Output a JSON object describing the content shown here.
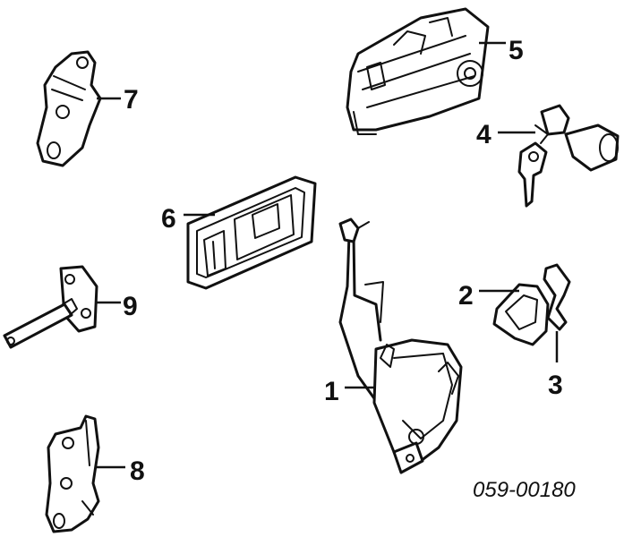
{
  "callouts": {
    "c1": "1",
    "c2": "2",
    "c3": "3",
    "c4": "4",
    "c5": "5",
    "c6": "6",
    "c7": "7",
    "c8": "8",
    "c9": "9"
  },
  "diagram_code": "059-00180"
}
